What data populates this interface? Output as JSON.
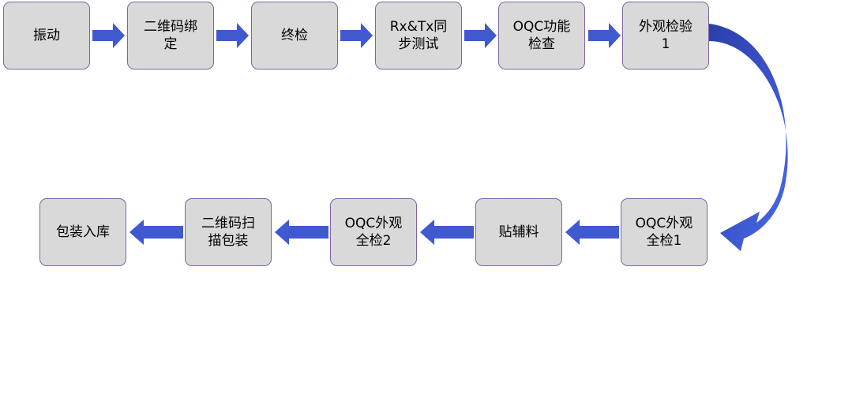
{
  "diagram": {
    "colors": {
      "node_fill": "#d9d9d9",
      "node_border": "#8064a2",
      "arrow": "#4059cf",
      "arrow_dark": "#2b3fa8"
    },
    "steps": [
      {
        "id": "1",
        "label": "振动"
      },
      {
        "id": "2",
        "label": "二维码绑\n定"
      },
      {
        "id": "3",
        "label": "终检"
      },
      {
        "id": "4",
        "label": "Rx&Tx同\n步测试"
      },
      {
        "id": "5",
        "label": "OQC功能\n检查"
      },
      {
        "id": "6",
        "label": "外观检验\n1"
      },
      {
        "id": "7",
        "label": "OQC外观\n全检1"
      },
      {
        "id": "8",
        "label": "贴辅料"
      },
      {
        "id": "9",
        "label": "OQC外观\n全检2"
      },
      {
        "id": "10",
        "label": "二维码扫\n描包装"
      },
      {
        "id": "11",
        "label": "包装入库"
      }
    ]
  }
}
